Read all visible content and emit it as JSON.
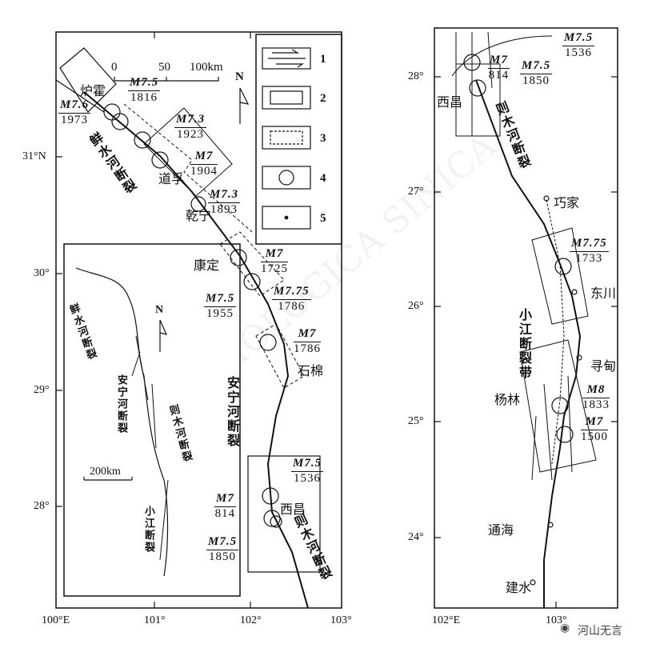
{
  "left_map": {
    "scale": {
      "zero": "0",
      "fifty": "50",
      "hundred": "100km"
    },
    "north": "N",
    "lat_ticks": [
      "31°N",
      "30°",
      "29°",
      "28°"
    ],
    "lon_ticks": [
      "100°E",
      "101°",
      "102°",
      "103°"
    ],
    "earthquakes": [
      {
        "mag": "M7.6",
        "year": "1973"
      },
      {
        "mag": "M7.5",
        "year": "1816"
      },
      {
        "mag": "M7.3",
        "year": "1923"
      },
      {
        "mag": "M7",
        "year": "1904"
      },
      {
        "mag": "M7.3",
        "year": "1893"
      },
      {
        "mag": "M7",
        "year": "1725"
      },
      {
        "mag": "M7.75",
        "year": "1786"
      },
      {
        "mag": "M7.5",
        "year": "1955"
      },
      {
        "mag": "M7",
        "year": "1786"
      },
      {
        "mag": "M7.5",
        "year": "1536"
      },
      {
        "mag": "M7",
        "year": "814"
      },
      {
        "mag": "M7.5",
        "year": "1850"
      }
    ],
    "places": [
      "炉霍",
      "道孚",
      "乾宁",
      "康定",
      "石棉",
      "西昌"
    ],
    "faults": [
      "鲜水河断裂",
      "安宁河断裂",
      "则木河断裂"
    ],
    "legend": [
      "1",
      "2",
      "3",
      "4",
      "5"
    ],
    "inset": {
      "faults": [
        "鲜水河断裂",
        "安宁河断裂",
        "则木河断裂",
        "小江断裂"
      ],
      "north": "N",
      "scale": "200km"
    }
  },
  "right_map": {
    "lat_ticks": [
      "28°",
      "27°",
      "26°",
      "25°",
      "24°"
    ],
    "lon_ticks": [
      "102°E",
      "103°"
    ],
    "earthquakes": [
      {
        "mag": "M7.5",
        "year": "1536"
      },
      {
        "mag": "M7",
        "year": "814"
      },
      {
        "mag": "M7.5",
        "year": "1850"
      },
      {
        "mag": "M7.75",
        "year": "1733"
      },
      {
        "mag": "M8",
        "year": "1833"
      },
      {
        "mag": "M7",
        "year": "1500"
      }
    ],
    "places": [
      "西昌",
      "巧家",
      "东川",
      "寻甸",
      "杨林",
      "通海",
      "建水"
    ],
    "faults": [
      "则木河断裂",
      "小江断裂带"
    ]
  },
  "watermark": {
    "text": "河山无言",
    "journal": "ACTA SEISMOLOGICA SINICA"
  }
}
